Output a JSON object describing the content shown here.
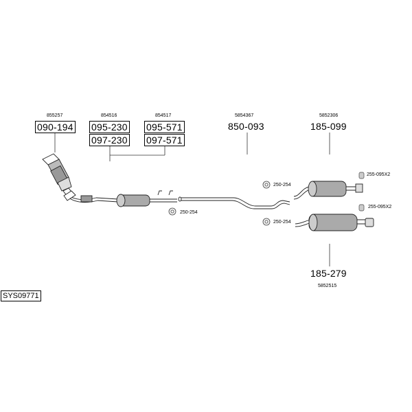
{
  "system": {
    "code": "SYS09771"
  },
  "parts": [
    {
      "id": "p1",
      "article": "855257",
      "number": "090-194",
      "boxed": true
    },
    {
      "id": "p2",
      "article": "854516",
      "number": "095-230",
      "boxed": true
    },
    {
      "id": "p3",
      "number": "097-230",
      "boxed": true
    },
    {
      "id": "p4",
      "article": "854517",
      "number": "095-571",
      "boxed": true
    },
    {
      "id": "p5",
      "number": "097-571",
      "boxed": true
    },
    {
      "id": "p6",
      "article": "5854367",
      "number": "850-093",
      "boxed": false
    },
    {
      "id": "p7",
      "article": "5852306",
      "number": "185-099",
      "boxed": false
    },
    {
      "id": "p8",
      "article": "5852515",
      "number": "185-279",
      "boxed": false
    }
  ],
  "clamps": [
    {
      "id": "c1",
      "label": "250-254"
    },
    {
      "id": "c2",
      "label": "250-254"
    },
    {
      "id": "c3",
      "label": "250-254"
    }
  ],
  "mounts": [
    {
      "id": "m1",
      "label": "255-095X2"
    },
    {
      "id": "m2",
      "label": "255-095X2"
    }
  ]
}
